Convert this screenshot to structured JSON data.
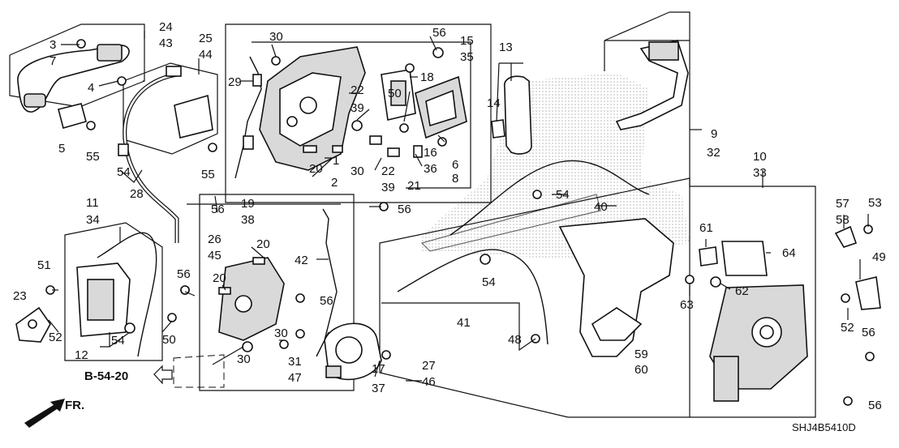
{
  "diagram": {
    "part_labels": [
      "1",
      "2",
      "3",
      "4",
      "5",
      "6",
      "7",
      "8",
      "9",
      "10",
      "11",
      "12",
      "13",
      "14",
      "15",
      "16",
      "17",
      "18",
      "19",
      "20",
      "21",
      "22",
      "23",
      "24",
      "25",
      "26",
      "27",
      "28",
      "29",
      "30",
      "31",
      "32",
      "33",
      "34",
      "35",
      "36",
      "37",
      "38",
      "39",
      "40",
      "41",
      "42",
      "43",
      "44",
      "45",
      "46",
      "47",
      "48",
      "49",
      "50",
      "51",
      "52",
      "53",
      "54",
      "55",
      "56",
      "57",
      "58",
      "59",
      "60",
      "61",
      "62",
      "63",
      "64"
    ],
    "reference_code": "B-54-20",
    "direction_label": "FR.",
    "drawing_code": "SHJ4B5410D"
  }
}
